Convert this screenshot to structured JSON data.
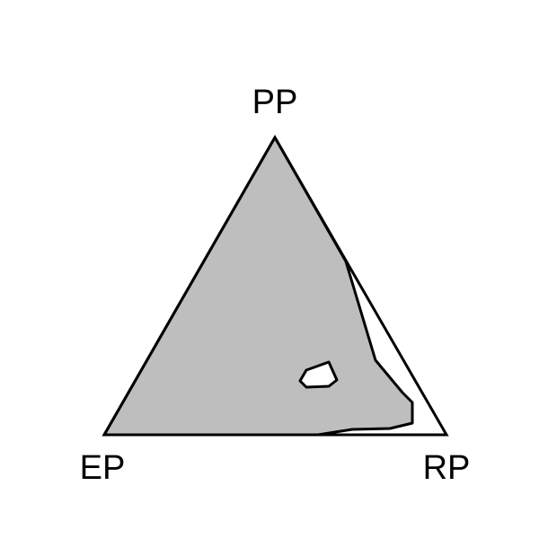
{
  "diagram": {
    "type": "ternary",
    "vertices": {
      "top": "PP",
      "left": "EP",
      "right": "RP"
    },
    "colors": {
      "region_fill": "#bebebe",
      "outline": "#000000",
      "background": "#ffffff"
    }
  }
}
